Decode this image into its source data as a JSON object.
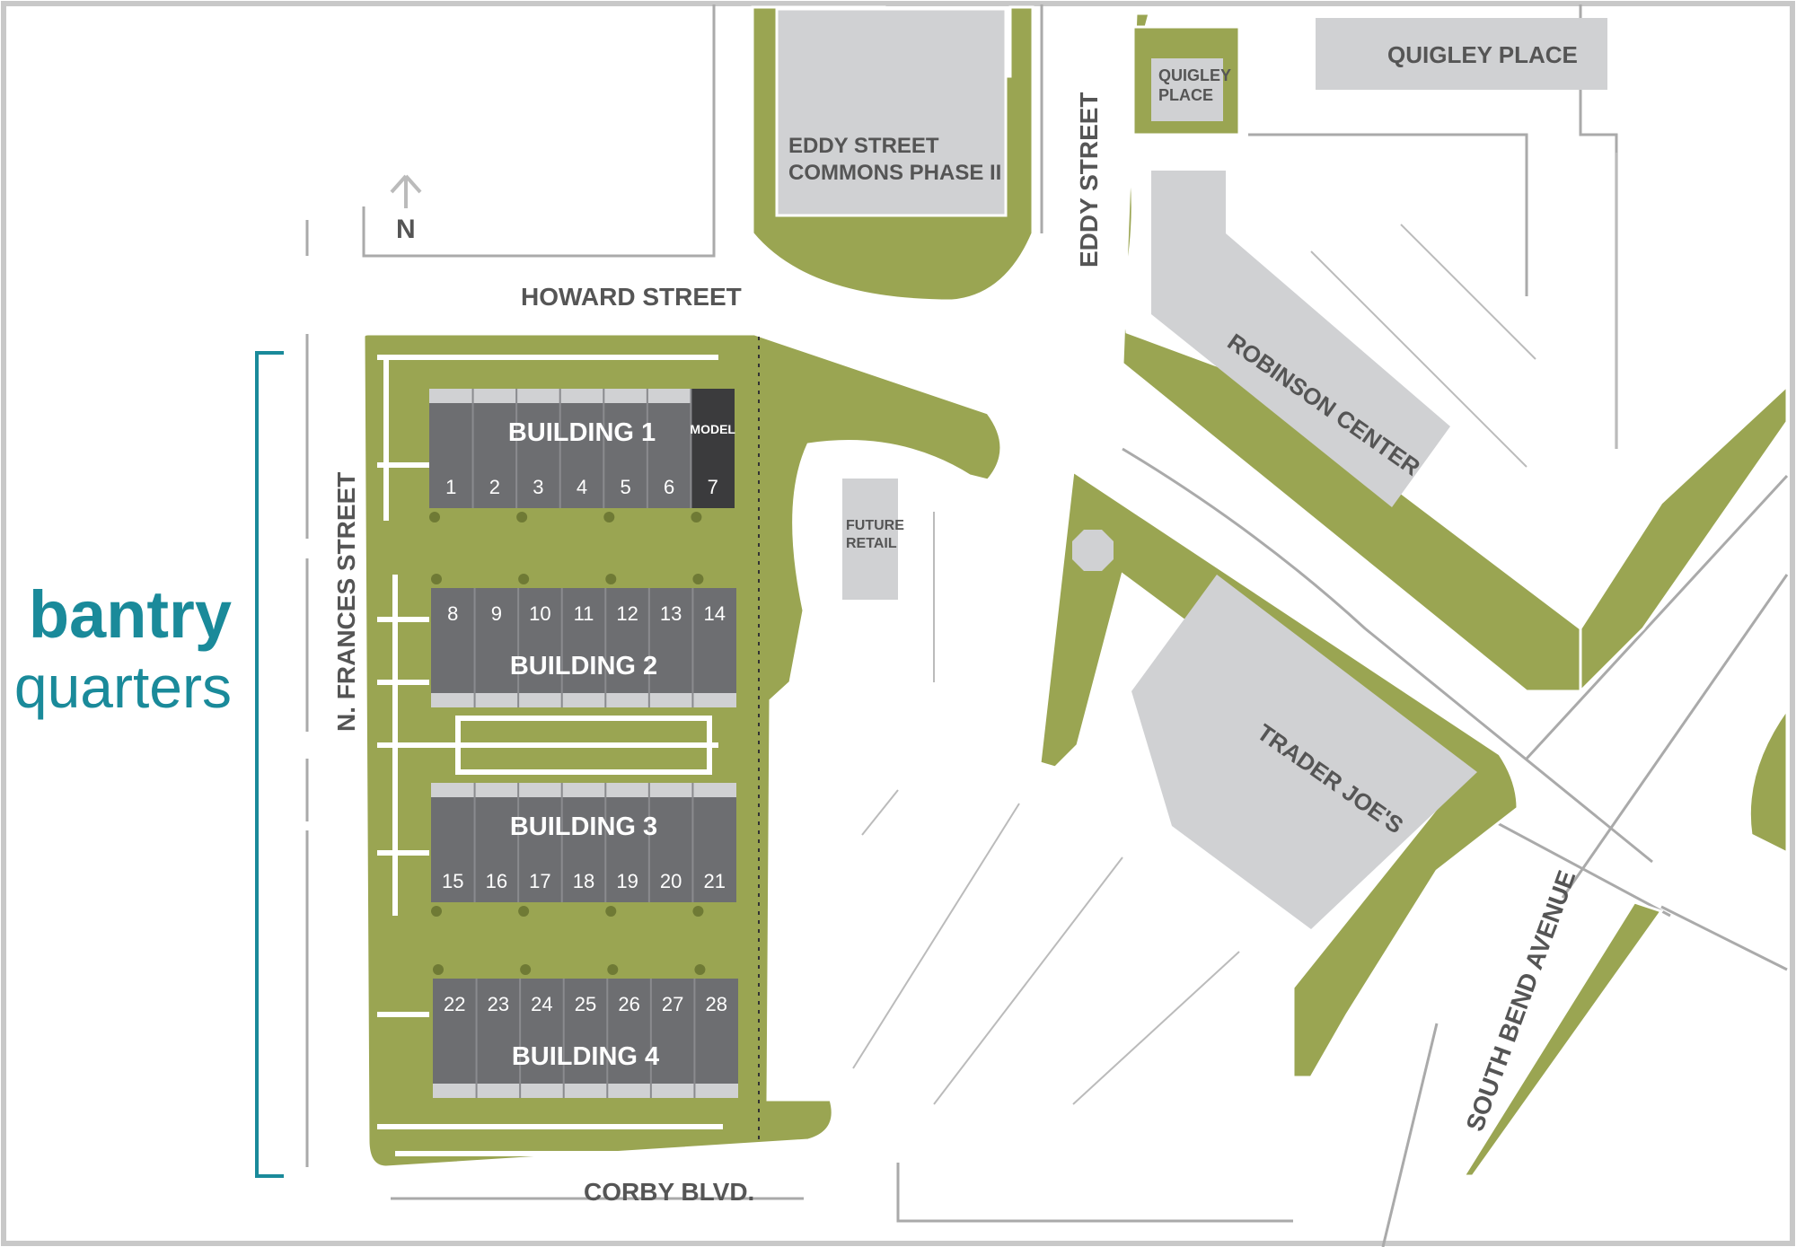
{
  "brand": {
    "name": "bantry",
    "tagline": "quarters",
    "color": "#1a8a9a"
  },
  "compass": {
    "label": "N"
  },
  "colors": {
    "grass": "#9aa552",
    "building": "#6d6e71",
    "model": "#3b3b3d",
    "roof": "#d0d1d3",
    "line": "#aaaaaa"
  },
  "streets": {
    "howard": "HOWARD STREET",
    "frances": "N. FRANCES STREET",
    "eddy": "EDDY STREET",
    "corby": "CORBY BLVD.",
    "south_bend": "SOUTH BEND AVENUE"
  },
  "places": {
    "eddy_commons_1": "EDDY STREET",
    "eddy_commons_2": "COMMONS PHASE II",
    "quigley_small_1": "QUIGLEY",
    "quigley_small_2": "PLACE",
    "quigley_large": "QUIGLEY PLACE",
    "robinson": "ROBINSON CENTER",
    "future_retail_1": "FUTURE",
    "future_retail_2": "RETAIL",
    "trader_joes": "TRADER JOE'S"
  },
  "buildings": [
    {
      "name": "BUILDING 1",
      "units": [
        "1",
        "2",
        "3",
        "4",
        "5",
        "6",
        "7"
      ],
      "model_label": "MODEL"
    },
    {
      "name": "BUILDING 2",
      "units": [
        "8",
        "9",
        "10",
        "11",
        "12",
        "13",
        "14"
      ]
    },
    {
      "name": "BUILDING 3",
      "units": [
        "15",
        "16",
        "17",
        "18",
        "19",
        "20",
        "21"
      ]
    },
    {
      "name": "BUILDING 4",
      "units": [
        "22",
        "23",
        "24",
        "25",
        "26",
        "27",
        "28"
      ]
    }
  ]
}
